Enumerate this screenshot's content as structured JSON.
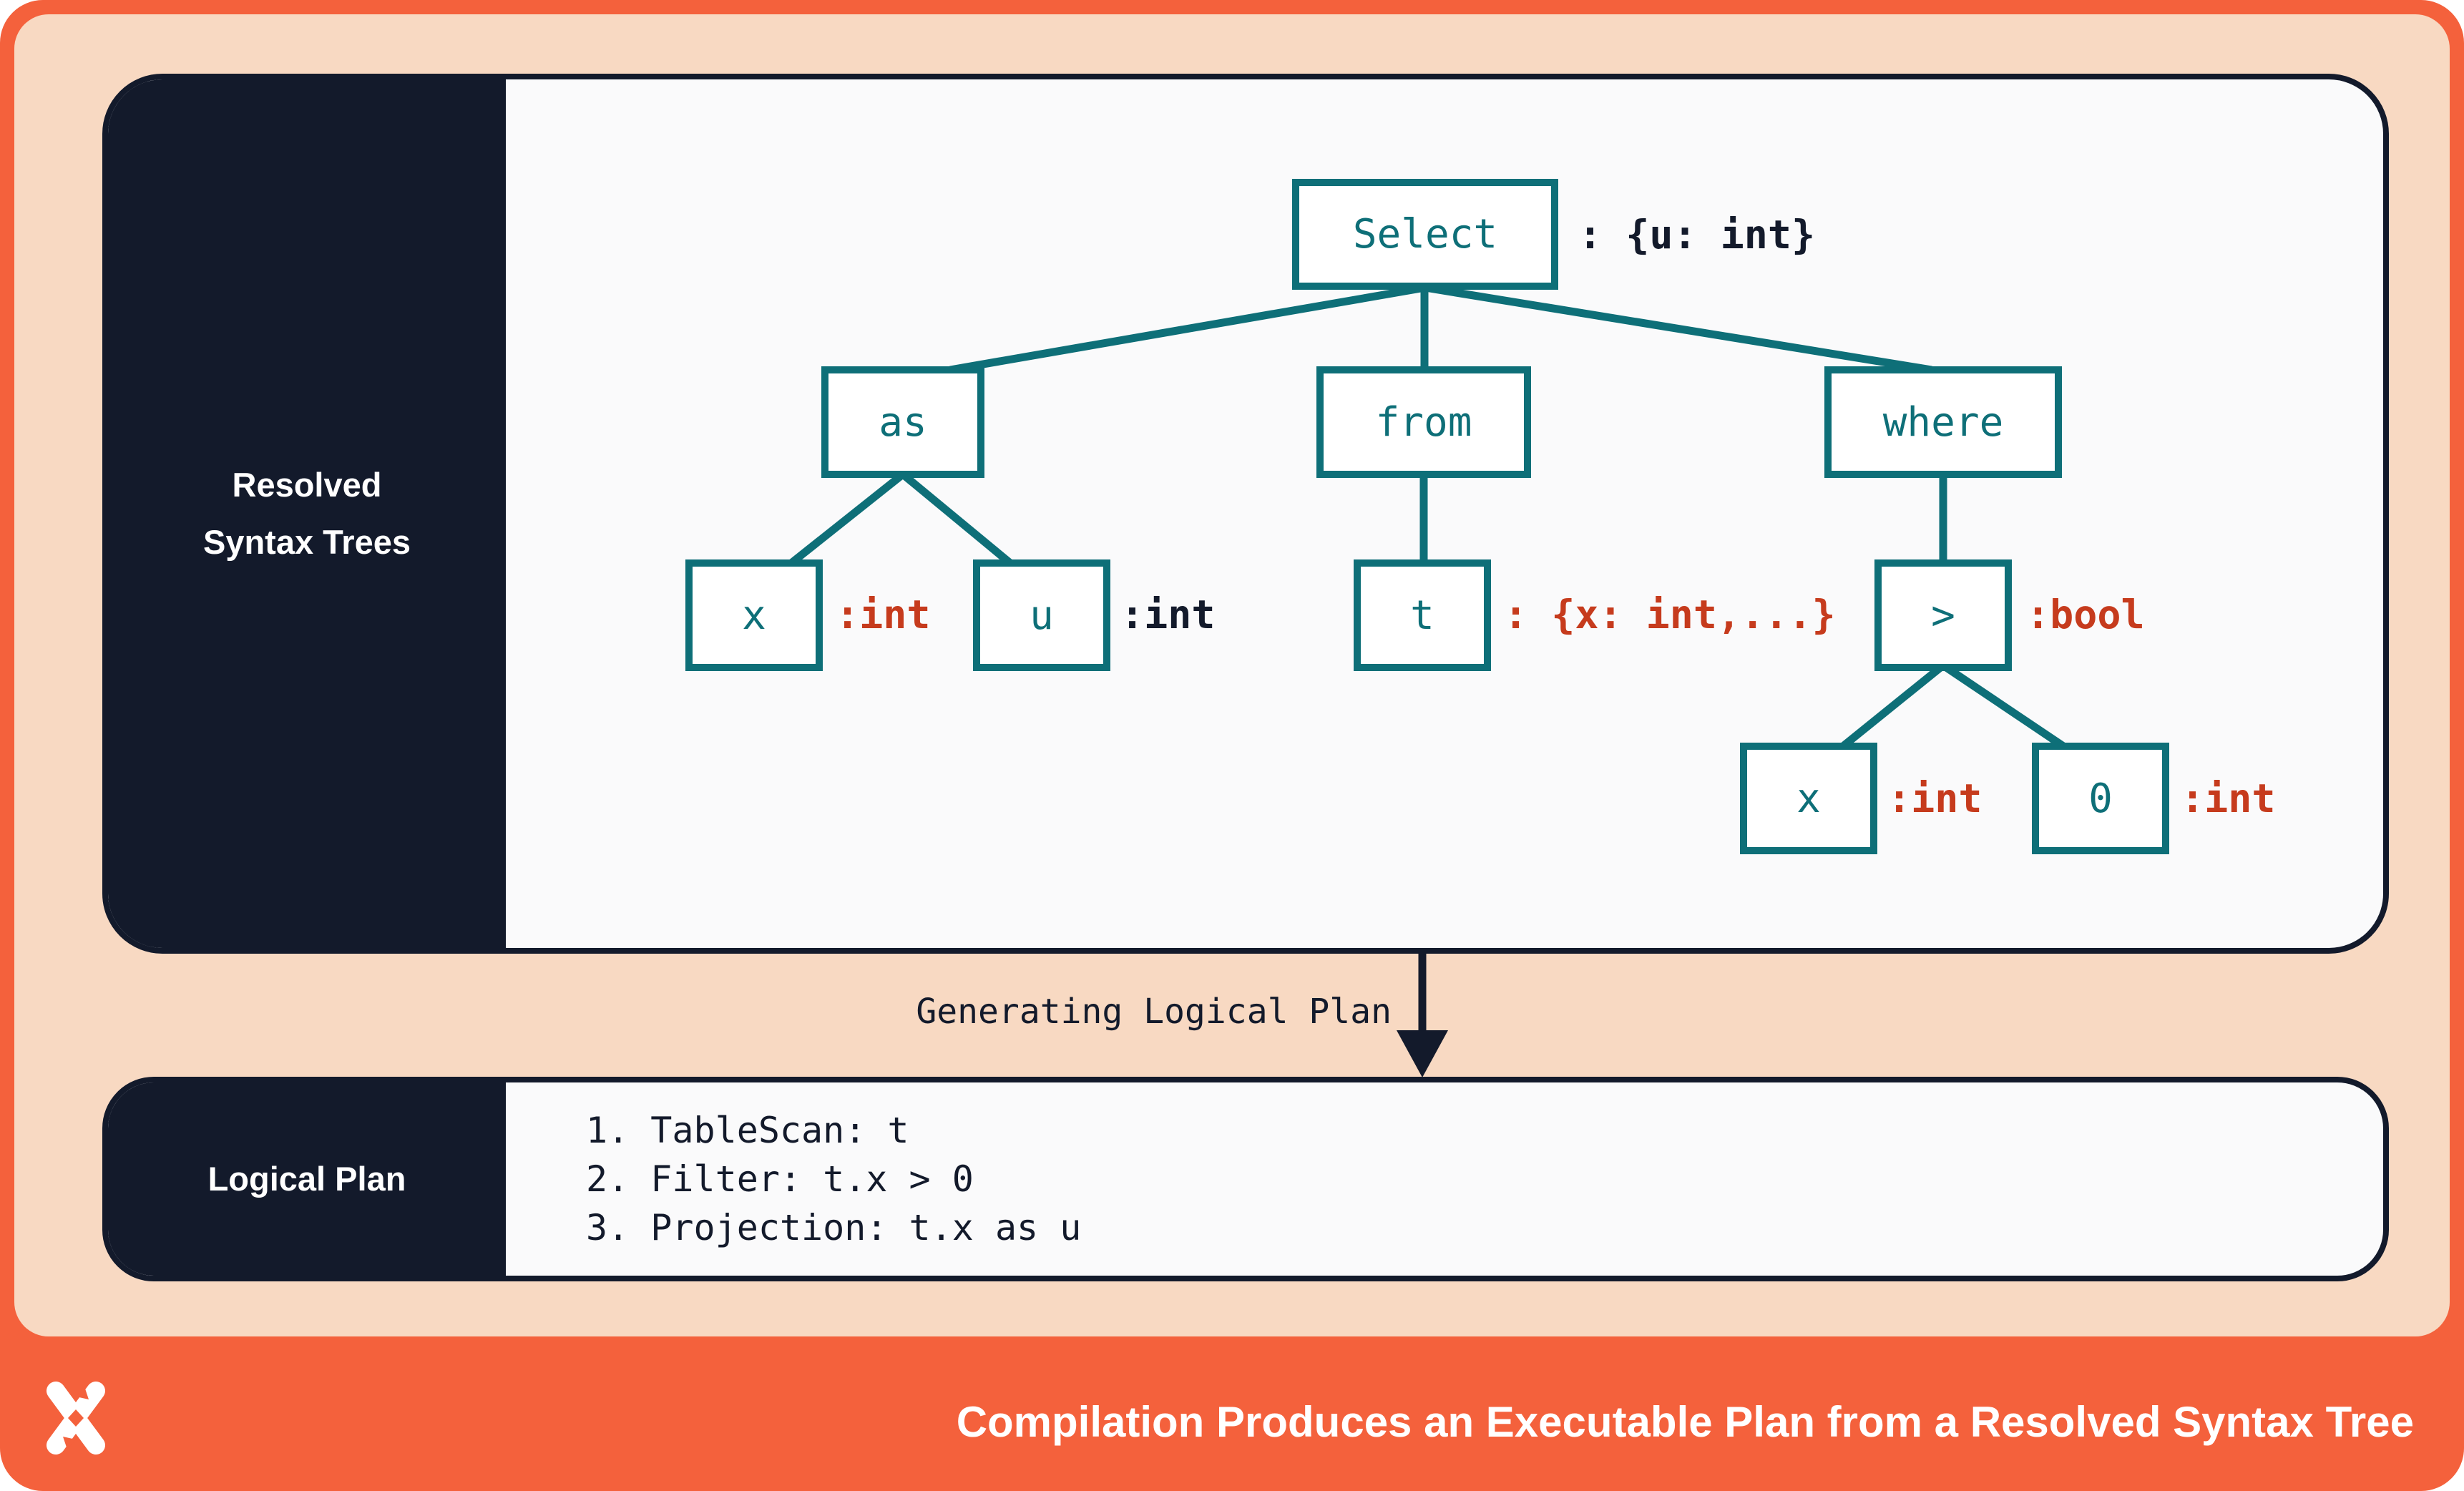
{
  "colors": {
    "frame_orange": "#F4613C",
    "peach": "#F8D9C2",
    "navy": "#131A2B",
    "teal": "#0E6F78",
    "annotation_red": "#C63B1D",
    "card_bg": "#FAFAFB",
    "node_bg": "#FFFFFF"
  },
  "resolved_panel": {
    "title_line1": "Resolved",
    "title_line2": "Syntax Trees"
  },
  "tree": {
    "select": {
      "label": "Select",
      "type": ": {u: int}"
    },
    "as": {
      "label": "as"
    },
    "from": {
      "label": "from"
    },
    "where": {
      "label": "where"
    },
    "x_as": {
      "label": "x",
      "type": ":int"
    },
    "u": {
      "label": "u",
      "type": ":int"
    },
    "t": {
      "label": "t",
      "type": ": {x: int,...}"
    },
    "gt": {
      "label": ">",
      "type": ":bool"
    },
    "x_cmp": {
      "label": "x",
      "type": ":int"
    },
    "zero": {
      "label": "0",
      "type": ":int"
    }
  },
  "transition": {
    "label": "Generating Logical Plan"
  },
  "logical_panel": {
    "title": "Logical Plan",
    "steps": [
      "1. TableScan: t",
      "2. Filter: t.x > 0",
      "3. Projection: t.x as u"
    ]
  },
  "footer": {
    "logo": "x-logo",
    "title": "Compilation Produces an Executable Plan from a Resolved Syntax Tree"
  }
}
